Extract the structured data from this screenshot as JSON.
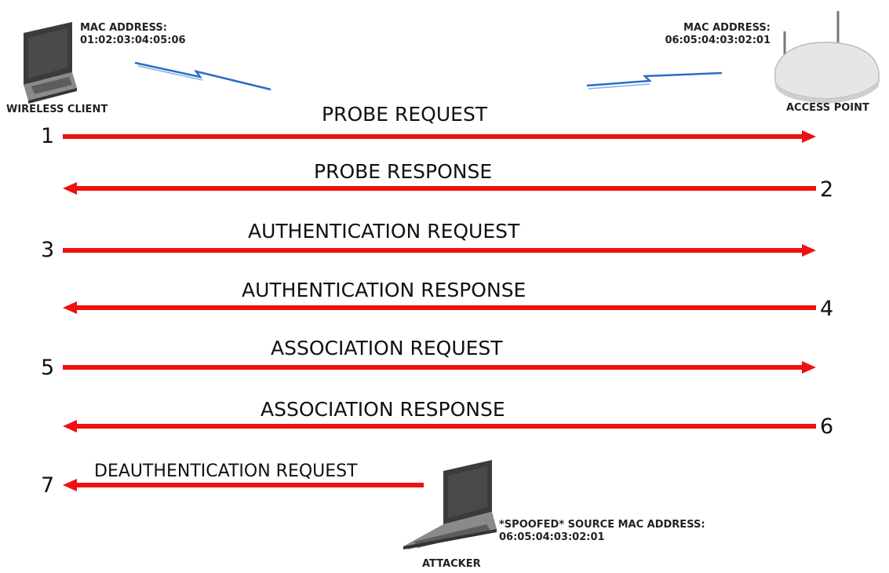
{
  "client": {
    "label": "WIRELESS CLIENT",
    "mac_title": "MAC ADDRESS:",
    "mac": "01:02:03:04:05:06"
  },
  "access_point": {
    "label": "ACCESS POINT",
    "mac_title": "MAC ADDRESS:",
    "mac": "06:05:04:03:02:01"
  },
  "attacker": {
    "label": "ATTACKER",
    "spoof_title": "*SPOOFED* SOURCE MAC ADDRESS:",
    "mac": "06:05:04:03:02:01"
  },
  "messages": [
    {
      "step": "1",
      "label": "PROBE REQUEST",
      "direction": "client-to-ap"
    },
    {
      "step": "2",
      "label": "PROBE RESPONSE",
      "direction": "ap-to-client"
    },
    {
      "step": "3",
      "label": "AUTHENTICATION REQUEST",
      "direction": "client-to-ap"
    },
    {
      "step": "4",
      "label": "AUTHENTICATION RESPONSE",
      "direction": "ap-to-client"
    },
    {
      "step": "5",
      "label": "ASSOCIATION REQUEST",
      "direction": "client-to-ap"
    },
    {
      "step": "6",
      "label": "ASSOCIATION RESPONSE",
      "direction": "ap-to-client"
    },
    {
      "step": "7",
      "label": "DEAUTHENTICATION REQUEST",
      "direction": "attacker-to-client"
    }
  ],
  "colors": {
    "arrow": "#ee1111",
    "signal": "#2a6cc7",
    "device_dark": "#3b3b3b",
    "device_gray": "#8a8a8a",
    "router_body": "#e6e6e6"
  }
}
